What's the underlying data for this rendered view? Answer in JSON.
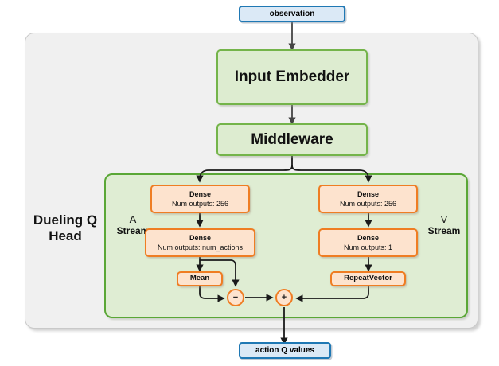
{
  "diagram": {
    "title_label": "Dueling Q Head",
    "input": {
      "label": "observation"
    },
    "output": {
      "label": "action Q values"
    },
    "blocks": {
      "input_embedder": "Input Embedder",
      "middleware": "Middleware"
    },
    "streams": {
      "advantage": {
        "letter": "A",
        "word": "Stream",
        "dense1_title": "Dense",
        "dense1_sub": "Num outputs: 256",
        "dense2_title": "Dense",
        "dense2_sub": "Num outputs: num_actions",
        "mean": "Mean"
      },
      "value": {
        "letter": "V",
        "word": "Stream",
        "dense1_title": "Dense",
        "dense1_sub": "Num outputs: 256",
        "dense2_title": "Dense",
        "dense2_sub": "Num outputs: 1",
        "repeat_vector": "RepeatVector"
      }
    },
    "operators": {
      "subtract": "−",
      "add": "+"
    },
    "colors": {
      "io_border": "#1f78b4",
      "io_fill": "#dbe9f6",
      "green_border": "#74b44a",
      "green_fill": "#ddecd0",
      "container_border": "#5aa736",
      "container_fill": "#dfedd3",
      "orange_border": "#ef7d23",
      "orange_fill": "#fde3ce",
      "outer_fill": "#f0f0f0",
      "wire": "#1a1a1a"
    }
  }
}
